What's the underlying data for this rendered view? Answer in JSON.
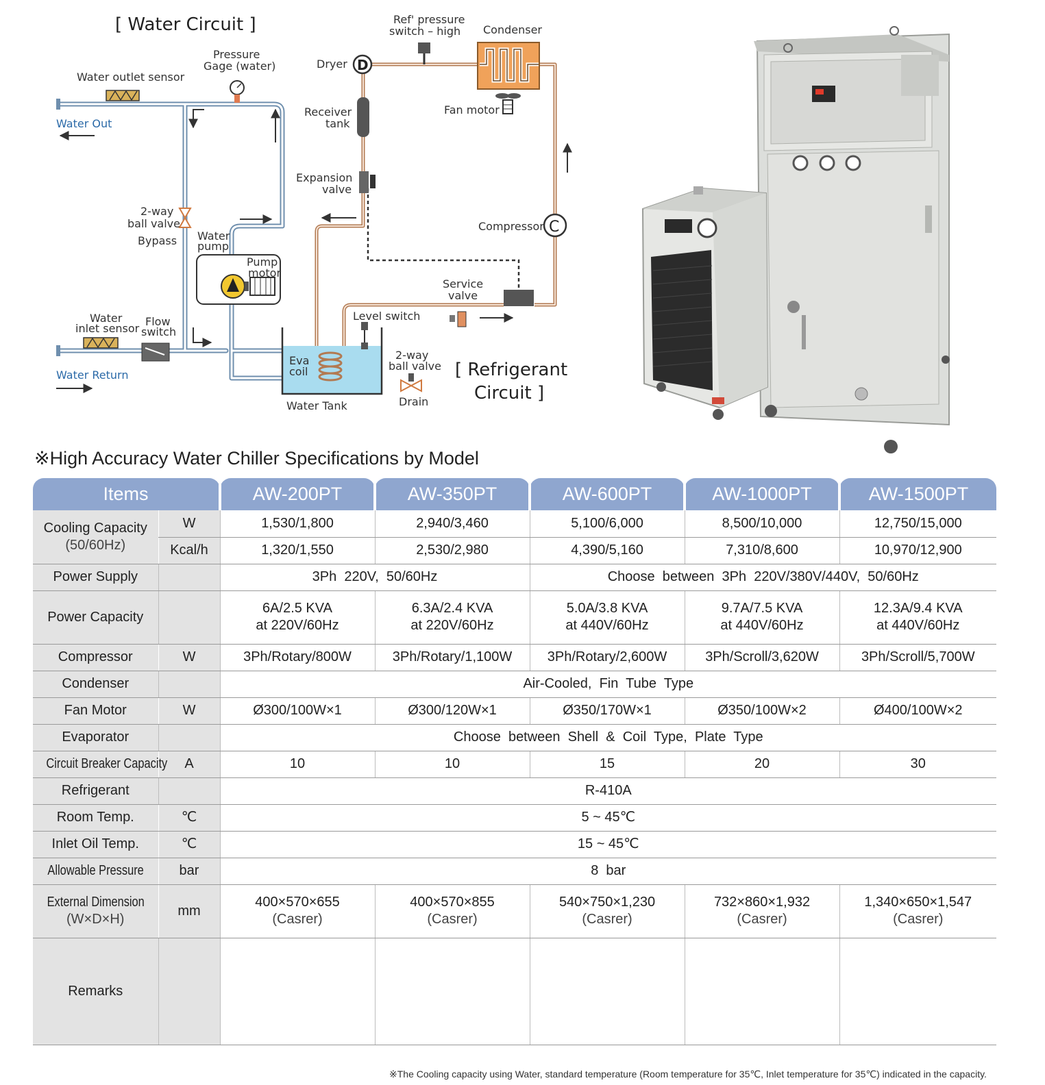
{
  "diagram": {
    "water_title": "[ Water Circuit ]",
    "refrigerant_title_1": "[ Refrigerant",
    "refrigerant_title_2": "Circuit ]",
    "labels": {
      "ref_pressure_1": "Ref' pressure",
      "ref_pressure_2": "switch – high",
      "condenser": "Condenser",
      "dryer": "Dryer",
      "dryer_symbol": "D",
      "fan_motor": "Fan motor",
      "pressure_gage_1": "Pressure",
      "pressure_gage_2": "Gage (water)",
      "water_outlet_sensor": "Water outlet sensor",
      "water_out": "Water Out",
      "receiver_1": "Receiver",
      "receiver_2": "tank",
      "expansion_1": "Expansion",
      "expansion_2": "valve",
      "compressor": "Compressor",
      "compressor_symbol": "C",
      "ball_valve_1": "2-way",
      "ball_valve_2": "ball valve",
      "bypass": "Bypass",
      "water_pump_1": "Water",
      "water_pump_2": "pump",
      "pump_motor_1": "Pump",
      "pump_motor_2": "motor",
      "service_valve_1": "Service",
      "service_valve_2": "valve",
      "level_switch": "Level switch",
      "water_inlet_1": "Water",
      "water_inlet_2": "inlet sensor",
      "flow_switch_1": "Flow",
      "flow_switch_2": "switch",
      "water_return": "Water Return",
      "eva_1": "Eva",
      "eva_2": "coil",
      "drain_valve_1": "2-way",
      "drain_valve_2": "ball valve",
      "drain": "Drain",
      "water_tank": "Water Tank"
    }
  },
  "heading": "※High Accuracy Water Chiller Specifications by Model",
  "table": {
    "items_header": "Items",
    "models": [
      "AW-200PT",
      "AW-350PT",
      "AW-600PT",
      "AW-1000PT",
      "AW-1500PT"
    ],
    "cooling": {
      "label": "Cooling Capacity",
      "sub": "(50/60Hz)",
      "unit_w": "W",
      "unit_kcal": "Kcal/h",
      "w": [
        "1,530/1,800",
        "2,940/3,460",
        "5,100/6,000",
        "8,500/10,000",
        "12,750/15,000"
      ],
      "kcal": [
        "1,320/1,550",
        "2,530/2,980",
        "4,390/5,160",
        "7,310/8,600",
        "10,970/12,900"
      ]
    },
    "power_supply": {
      "label": "Power Supply",
      "a": "3Ph  220V,  50/60Hz",
      "b": "Choose  between  3Ph  220V/380V/440V,  50/60Hz"
    },
    "power_capacity": {
      "label": "Power Capacity",
      "line1": [
        "6A/2.5 KVA",
        "6.3A/2.4 KVA",
        "5.0A/3.8 KVA",
        "9.7A/7.5 KVA",
        "12.3A/9.4 KVA"
      ],
      "line2": [
        "at 220V/60Hz",
        "at 220V/60Hz",
        "at 440V/60Hz",
        "at 440V/60Hz",
        "at 440V/60Hz"
      ]
    },
    "compressor": {
      "label": "Compressor",
      "unit": "W",
      "values": [
        "3Ph/Rotary/800W",
        "3Ph/Rotary/1,100W",
        "3Ph/Rotary/2,600W",
        "3Ph/Scroll/3,620W",
        "3Ph/Scroll/5,700W"
      ]
    },
    "condenser": {
      "label": "Condenser",
      "value": "Air-Cooled,  Fin  Tube  Type"
    },
    "fan_motor": {
      "label": "Fan Motor",
      "unit": "W",
      "values": [
        "Ø300/100W×1",
        "Ø300/120W×1",
        "Ø350/170W×1",
        "Ø350/100W×2",
        "Ø400/100W×2"
      ]
    },
    "evaporator": {
      "label": "Evaporator",
      "value": "Choose  between  Shell  &  Coil  Type,  Plate  Type"
    },
    "breaker": {
      "label": "Circuit Breaker Capacity",
      "unit": "A",
      "values": [
        "10",
        "10",
        "15",
        "20",
        "30"
      ]
    },
    "refrigerant": {
      "label": "Refrigerant",
      "value": "R-410A"
    },
    "room_temp": {
      "label": "Room Temp.",
      "unit": "℃",
      "value": "5 ~ 45℃"
    },
    "inlet_temp": {
      "label": "Inlet Oil Temp.",
      "unit": "℃",
      "value": "15 ~ 45℃"
    },
    "pressure": {
      "label": "Allowable Pressure",
      "unit": "bar",
      "value": "8  bar"
    },
    "dimension": {
      "label": "External Dimension",
      "sub": "(W×D×H)",
      "unit": "mm",
      "values": [
        "400×570×655",
        "400×570×855",
        "540×750×1,230",
        "732×860×1,932",
        "1,340×650×1,547"
      ],
      "note": "(Casrer)"
    },
    "remarks": {
      "label": "Remarks"
    }
  },
  "footnote": "※The Cooling capacity using Water, standard temperature (Room temperature for 35℃, Inlet temperature for 35℃) indicated in the capacity.",
  "colors": {
    "header_blue": "#8fa6cf",
    "label_gray": "#e3e3e3",
    "pipe_blue": "#6f8fae",
    "pipe_copper": "#b27a52",
    "tank_water": "#a9dcef",
    "condenser_orange": "#f0a25a"
  }
}
